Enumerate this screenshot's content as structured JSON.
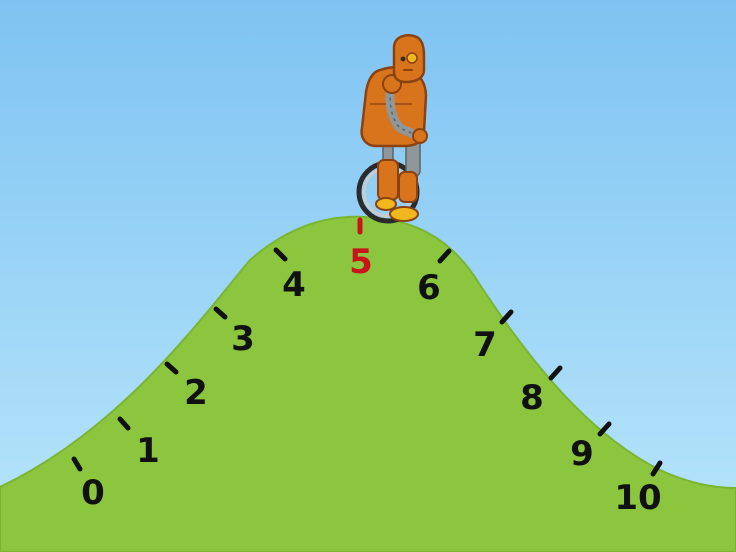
{
  "scene": {
    "description_free": true,
    "colors": {
      "sky_top": "#7ec3f2",
      "sky_bottom": "#b9e6fb",
      "hill": "#8cc63f",
      "hill_edge": "#7ab532",
      "tick": "#111111",
      "label": "#111111",
      "highlight": "#c8141b",
      "robot_body": "#d8751c",
      "robot_dark": "#a8521a",
      "metal": "#8f979b"
    },
    "number_line": {
      "labels": [
        "0",
        "1",
        "2",
        "3",
        "4",
        "5",
        "6",
        "7",
        "8",
        "9",
        "10"
      ],
      "highlighted_label": "5"
    },
    "icons": [
      "robot-on-unicycle-icon"
    ]
  }
}
